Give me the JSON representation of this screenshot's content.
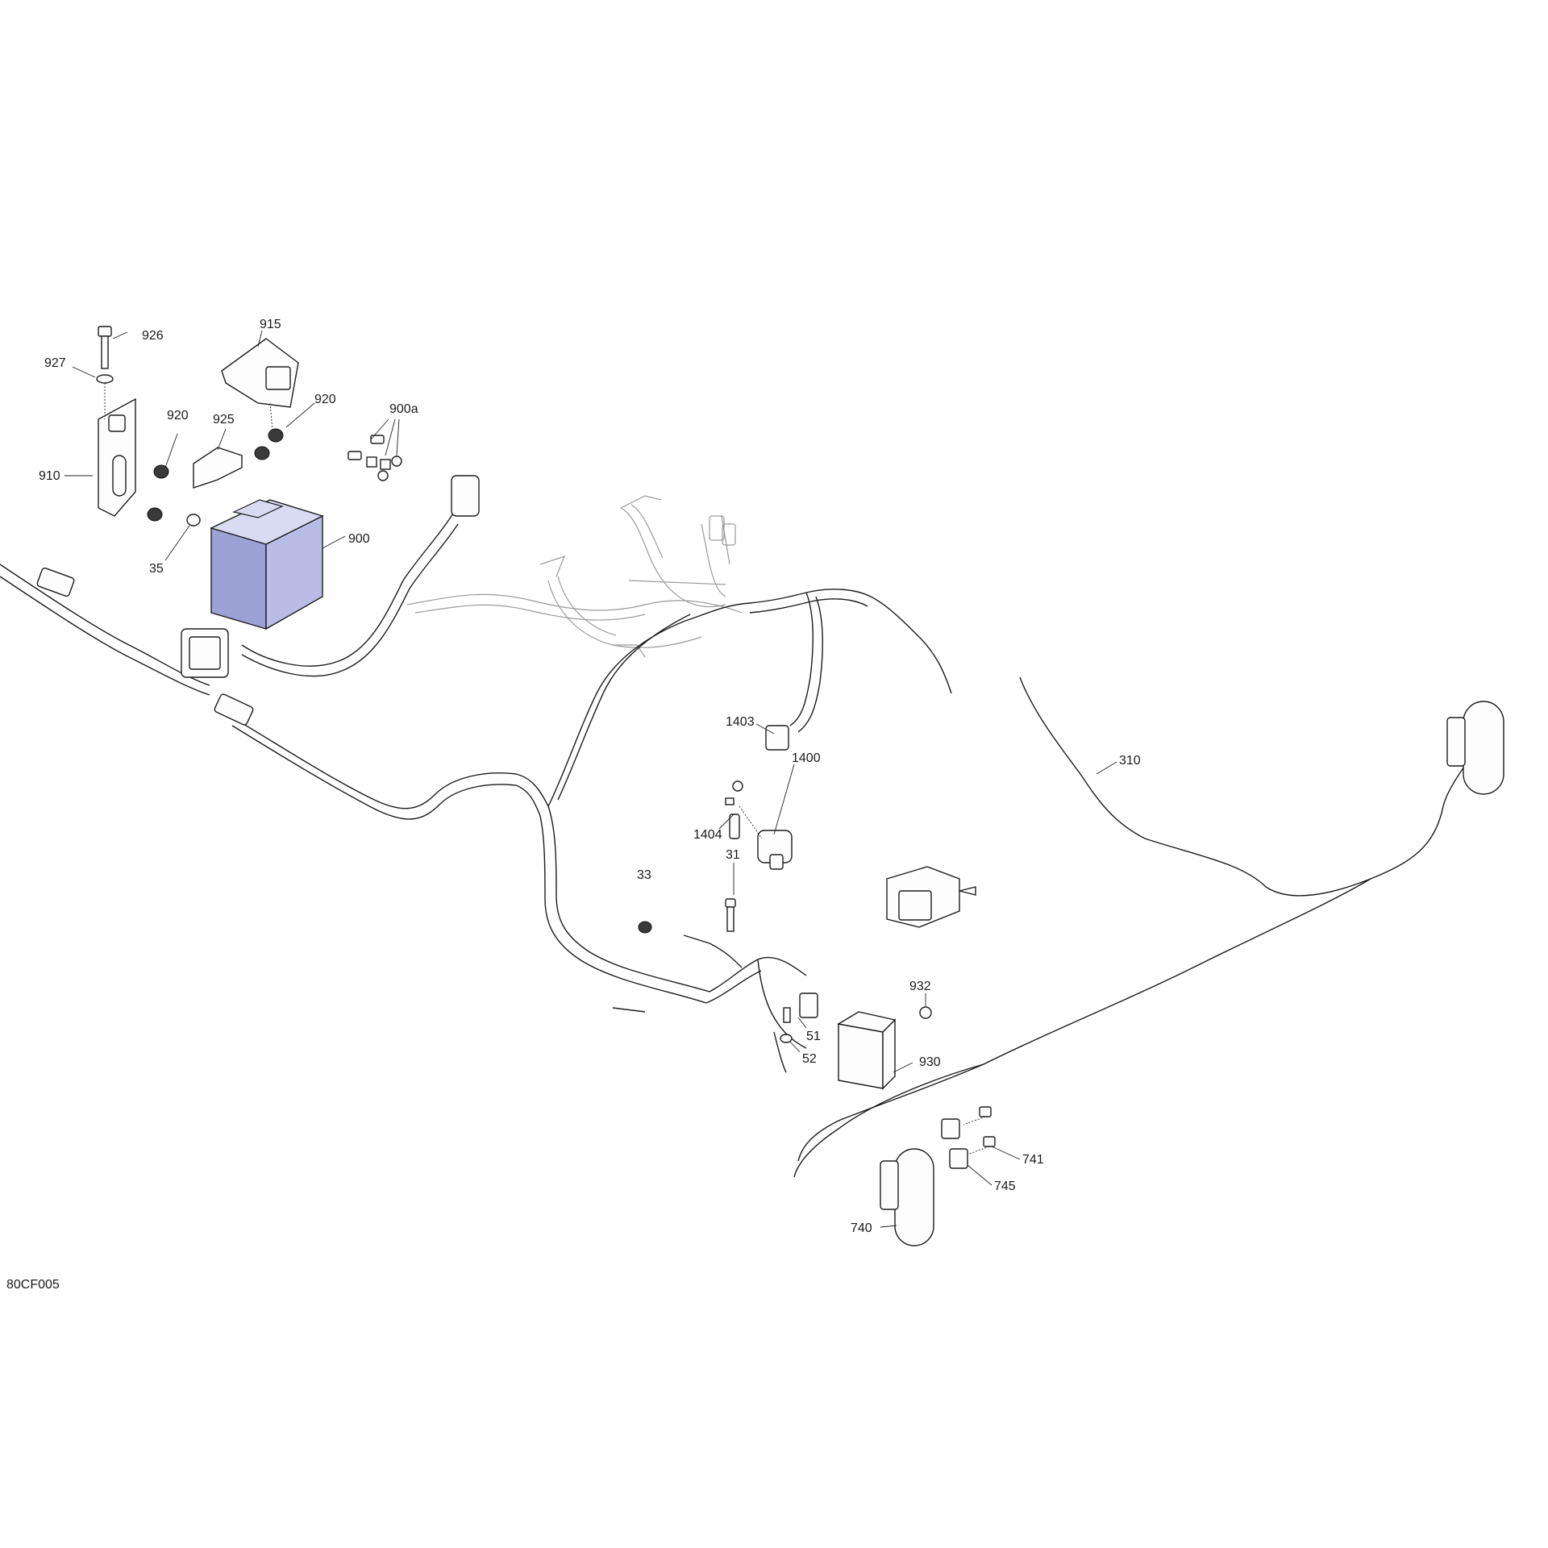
{
  "diagram": {
    "reference_code": "80CF005",
    "callouts": {
      "c926": "926",
      "c927": "927",
      "c915": "915",
      "c920a": "920",
      "c920b": "920",
      "c900a": "900a",
      "c925": "925",
      "c910": "910",
      "c35": "35",
      "c900": "900",
      "c1403": "1403",
      "c1400": "1400",
      "c1404": "1404",
      "c310": "310",
      "c33": "33",
      "c31": "31",
      "c932": "932",
      "c51": "51",
      "c52": "52",
      "c930": "930",
      "c741": "741",
      "c745": "745",
      "c740": "740"
    },
    "colors": {
      "battery_fill": "#b9bde6",
      "battery_shade": "#9da2d6",
      "line": "#1c1c1c",
      "ghost_line": "#9a9a9a"
    }
  }
}
